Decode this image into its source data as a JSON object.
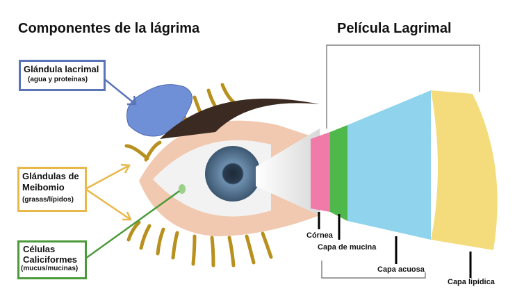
{
  "titles": {
    "left": "Componentes de la lágrima",
    "right": "Película Lagrimal"
  },
  "boxes": {
    "lacrimal": {
      "title": "Glándula lacrimal",
      "sub": "(agua y proteínas)",
      "color": "#5a74b8"
    },
    "meibomio": {
      "title1": "Glándulas de",
      "title2": "Meibomio",
      "sub": "(grasas/lípidos)",
      "color": "#e8b84a"
    },
    "caliciformes": {
      "title1": "Células",
      "title2": "Caliciformes",
      "sub": "(mucus/mucinas)",
      "color": "#4a9a3a"
    }
  },
  "layers": {
    "cornea": "Córnea",
    "mucina": "Capa de mucina",
    "acuosa": "Capa acuosa",
    "lipidica": "Capa lipídica"
  },
  "colors": {
    "cornea": "#f07aa8",
    "mucina": "#4fb84a",
    "acuosa": "#8fd3ec",
    "lipidica": "#f4dc7c"
  }
}
